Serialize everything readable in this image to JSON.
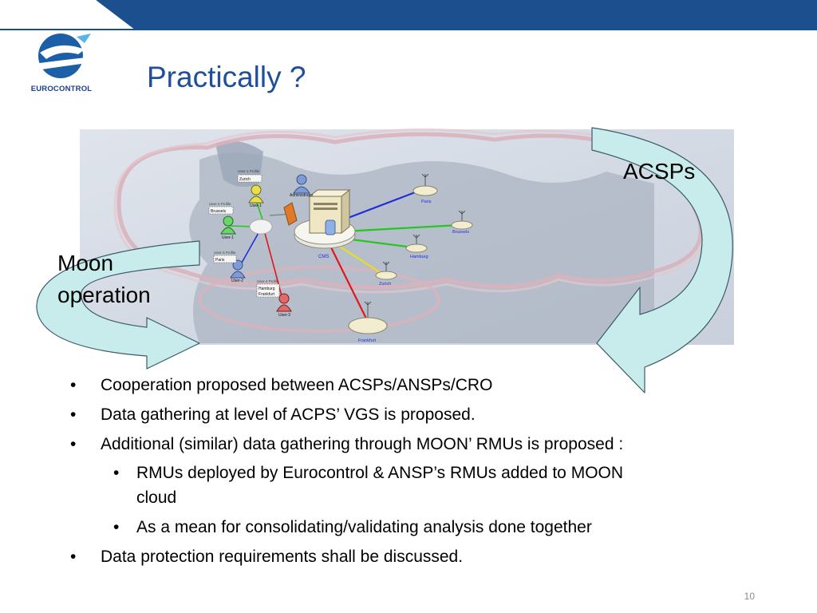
{
  "slide": {
    "title": "Practically ?",
    "page_number": "10"
  },
  "logo": {
    "text": "EUROCONTROL"
  },
  "diagram": {
    "callout_right": "ACSPs",
    "callout_left_line1": "Moon",
    "callout_left_line2": "operation",
    "nodes": {
      "cms": "CMS",
      "administrator": "Administrator",
      "paris": "Paris",
      "brussels": "Brussels",
      "hamburg": "Hamburg",
      "zurich": "Zurich",
      "frankfurt": "Frankfurt",
      "user1a": "User-1",
      "user1b": "User-1",
      "user2": "User-2",
      "user3": "User-3",
      "profile1_title": "User-1 Profile",
      "profile1_value": "Zurich",
      "profile2_title": "User-2 Profile",
      "profile2_value": "Brussels",
      "profile3_title": "User-3 Profile",
      "profile3_value": "Paris",
      "profile4_title": "User-4 Profile",
      "profile4_value1": "Hamburg",
      "profile4_value2": "Frankfurt"
    },
    "colors": {
      "blue_link": "#1e2fd8",
      "green_link": "#22c81e",
      "yellow_link": "#e8e01a",
      "red_link": "#e01818",
      "arrow_fill": "#c8ecec"
    }
  },
  "bullets": [
    {
      "level": 1,
      "text": "Cooperation proposed between ACSPs/ANSPs/CRO"
    },
    {
      "level": 1,
      "text": "Data gathering at level of ACPS’ VGS is proposed."
    },
    {
      "level": 1,
      "text": "Additional (similar) data gathering through MOON’ RMUs is proposed :"
    },
    {
      "level": 2,
      "text": "RMUs deployed by Eurocontrol & ANSP’s RMUs added to MOON"
    },
    {
      "level": 2,
      "text": "cloud"
    },
    {
      "level": 2,
      "text": "As a mean for consolidating/validating analysis done together"
    },
    {
      "level": 1,
      "text": "Data protection requirements shall be discussed."
    }
  ]
}
